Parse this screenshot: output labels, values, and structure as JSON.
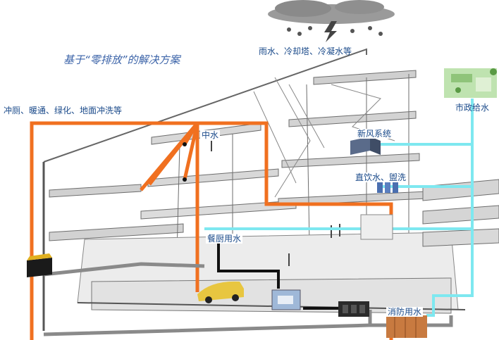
{
  "title": "基于“零排放”的解决方案",
  "labels": {
    "rain": "雨水、冷却塔、冷凝水等",
    "toilet": "冲厕、暖通、绿化、地面冲洗等",
    "municipal": "市政给水",
    "zhongshui": "中水",
    "fresh_air": "新风系统",
    "drinking": "直饮水、盥洗",
    "kitchen": "餐厨用水",
    "fire": "消防用水"
  },
  "colors": {
    "reclaimed_pipe": "#f07020",
    "supply_pipe": "#7ee8f0",
    "drain_pipe": "#111111",
    "ground_pipe": "#8a8a8a",
    "text": "#1a4a8a"
  },
  "icons": [
    "storm-cloud-icon",
    "city-park-icon",
    "treatment-tank-icon",
    "car-icon",
    "filter-unit-icon",
    "water-filter-icon",
    "air-handler-icon",
    "fire-tank-icon"
  ]
}
